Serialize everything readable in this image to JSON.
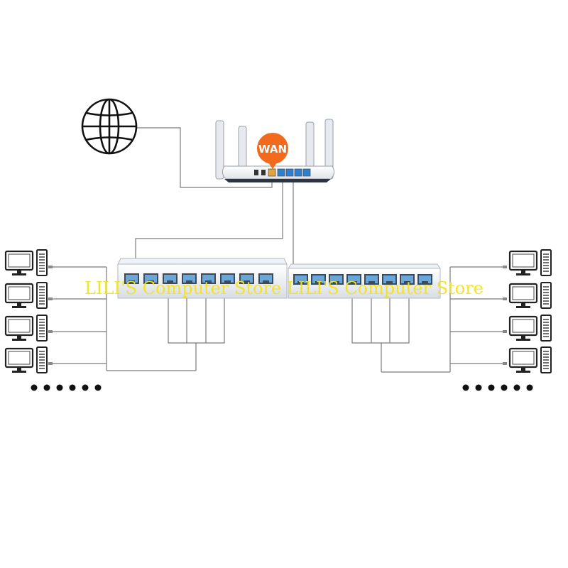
{
  "router": {
    "wan_label": "WAN"
  },
  "watermark": {
    "text": "LILI'S Computer Store LILI'S Computer Store",
    "color": "#f2e21a"
  },
  "colors": {
    "wan_badge": "#f26a1b",
    "router_body": "#f1f3f6",
    "router_base": "#2e3340",
    "lan_port": "#2e7fd0",
    "wan_port": "#e6a23c",
    "switch_port": "#6aa7d8",
    "switch_body": "#f2f5f8",
    "cable": "#7a7a7a"
  },
  "icons": [
    "globe-icon",
    "router-icon",
    "switch-icon",
    "computer-icon",
    "ellipsis-dots"
  ]
}
